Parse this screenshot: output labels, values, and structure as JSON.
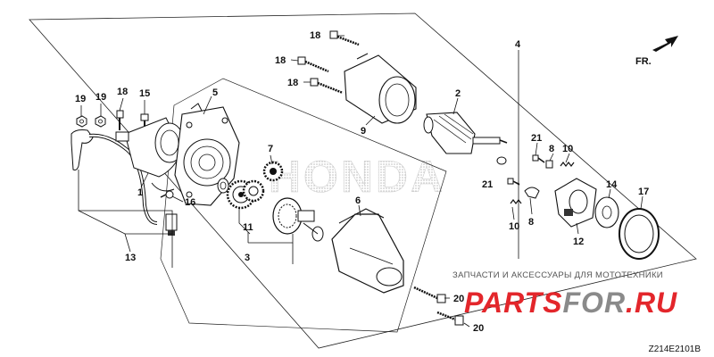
{
  "diagram": {
    "code": "Z214E2101B",
    "direction_label": "FR.",
    "watermark_brand": "HONDA",
    "shop_tagline": "ЗАПЧАСТИ И АКСЕССУАРЫ ДЛЯ МОТОТЕХНИКИ",
    "shop_name_a": "PARTS",
    "shop_name_b": "FOR",
    "shop_name_c": ".RU",
    "colors": {
      "line": "#111111",
      "watermark": "#c8c8c8",
      "shop_red": "#e3262b",
      "shop_gray": "#8a8a8a"
    },
    "callouts": {
      "c1": "1",
      "c2": "2",
      "c3": "3",
      "c4": "4",
      "c5": "5",
      "c6": "6",
      "c7": "7",
      "c8a": "8",
      "c8b": "8",
      "c9": "9",
      "c10a": "10",
      "c10b": "10",
      "c11": "11",
      "c12": "12",
      "c13": "13",
      "c14": "14",
      "c15": "15",
      "c16": "16",
      "c17": "17",
      "c18a": "18",
      "c18b": "18",
      "c18c": "18",
      "c18d": "18",
      "c19a": "19",
      "c19b": "19",
      "c20a": "20",
      "c20b": "20",
      "c21a": "21",
      "c21b": "21"
    }
  }
}
